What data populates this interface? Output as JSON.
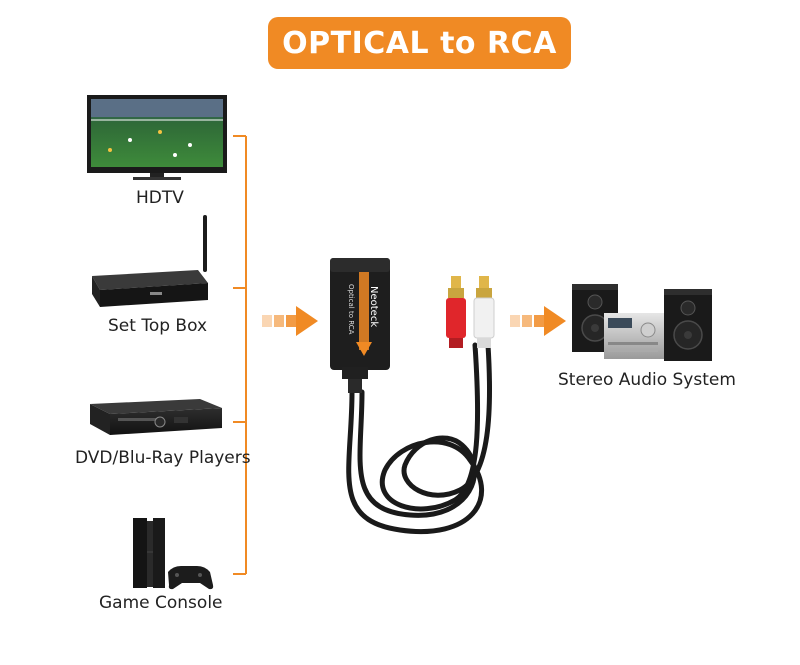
{
  "title": "OPTICAL to RCA",
  "accent_color": "#f08a24",
  "sources": [
    {
      "label": "HDTV",
      "icon": "hdtv-icon"
    },
    {
      "label": "Set Top Box",
      "icon": "set-top-box-icon"
    },
    {
      "label": "DVD/Blu-Ray Players",
      "icon": "dvd-player-icon"
    },
    {
      "label": "Game Console",
      "icon": "game-console-icon"
    }
  ],
  "device": {
    "brand": "Neoteck",
    "model_text": "Optical to RCA",
    "icon": "optical-to-rca-converter-icon"
  },
  "output": {
    "label": "Stereo Audio System",
    "icon": "stereo-system-icon"
  }
}
